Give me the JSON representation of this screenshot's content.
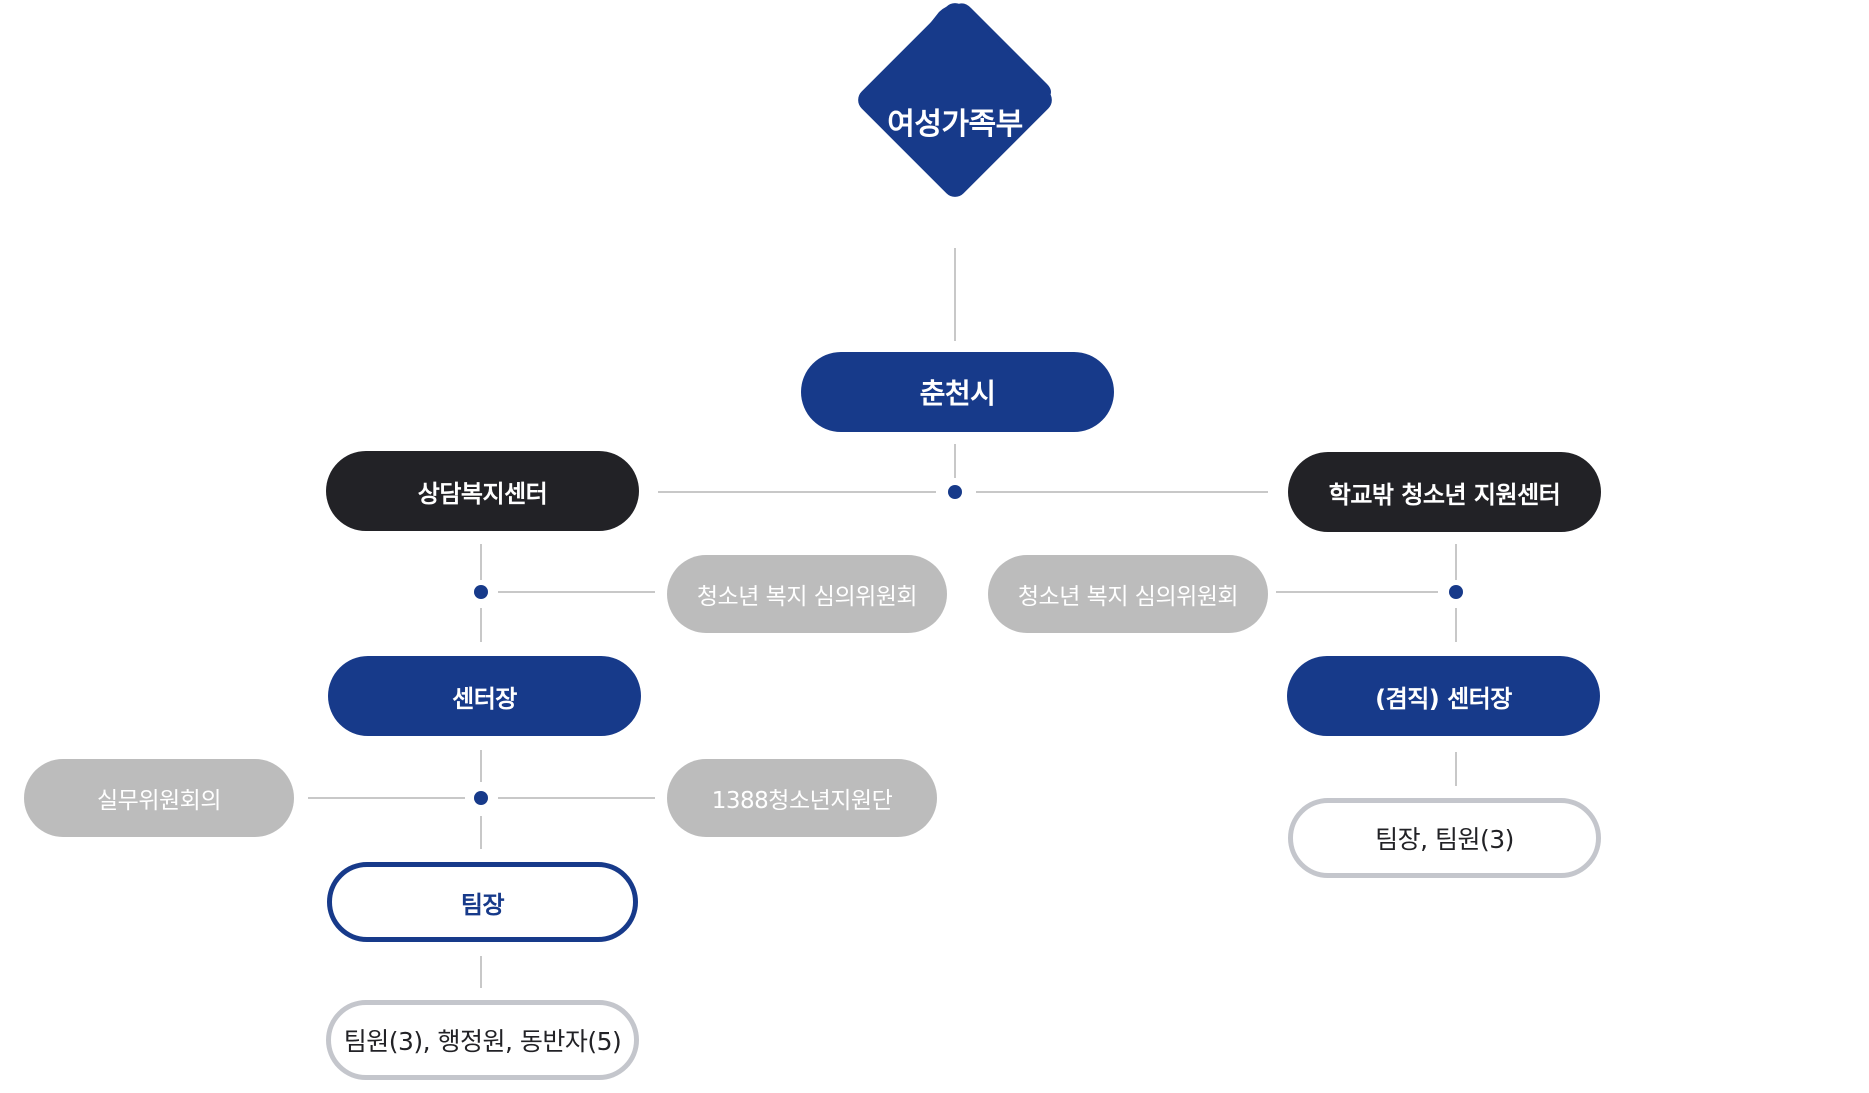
{
  "org_chart": {
    "ministry": "여성가족부",
    "city": "춘천시",
    "counseling_center": "상담복지센터",
    "out_of_school_center": "학교밖 청소년 지원센터",
    "committee_left": "청소년 복지 심의위원회",
    "committee_right": "청소년 복지 심의위원회",
    "center_director": "센터장",
    "concurrent_director": "(겸직) 센터장",
    "working_committee": "실무위원회의",
    "support_team_1388": "1388청소년지원단",
    "team_leader": "팀장",
    "left_staff": "팀원(3), 행정원, 동반자(5)",
    "right_staff": "팀장, 팀원(3)"
  },
  "colors": {
    "navy": "#173a8a",
    "dark": "#222226",
    "gray": "#bcbcbc",
    "line": "#c8c8c8",
    "outline_gray": "#c4c6cc"
  }
}
